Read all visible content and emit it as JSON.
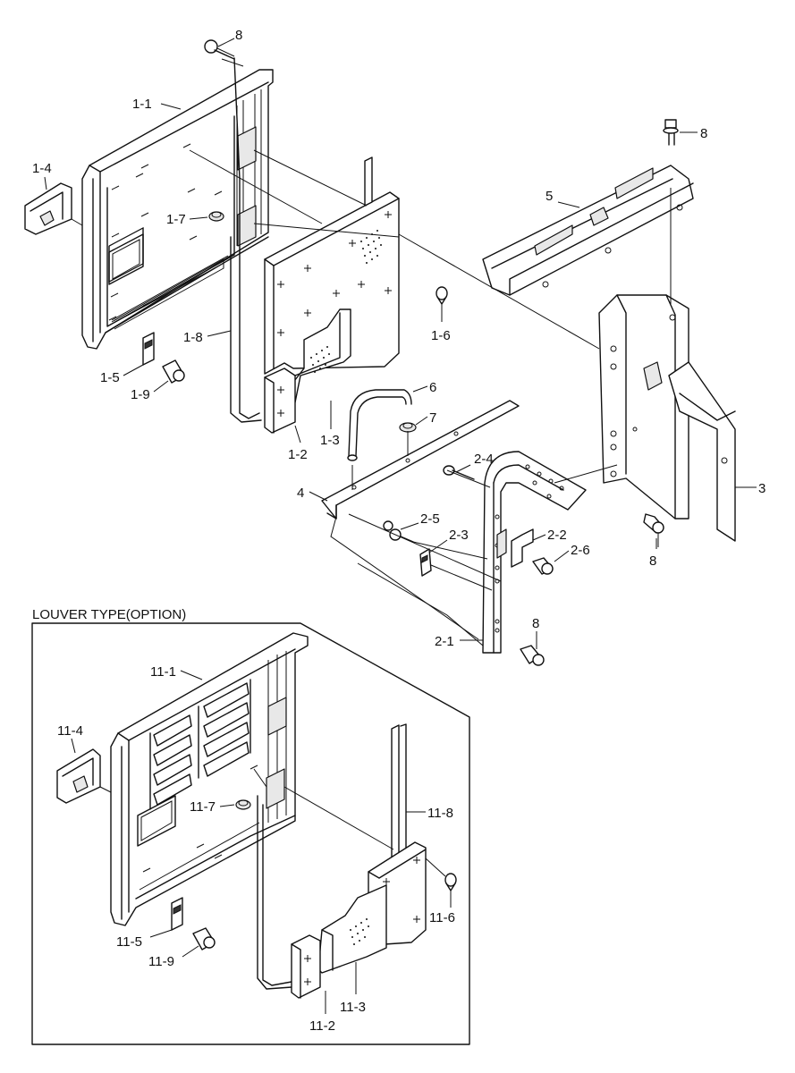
{
  "option_title": "LOUVER TYPE(OPTION)",
  "callouts": {
    "c8_top": "8",
    "c1_1": "1-1",
    "c1_4": "1-4",
    "c1_7": "1-7",
    "c1_8": "1-8",
    "c1_5": "1-5",
    "c1_9": "1-9",
    "c1_6": "1-6",
    "c1_3": "1-3",
    "c1_2": "1-2",
    "c5": "5",
    "c8_right": "8",
    "c6": "6",
    "c7": "7",
    "c4": "4",
    "c2_4": "2-4",
    "c2_5": "2-5",
    "c2_3": "2-3",
    "c2_2": "2-2",
    "c2_6": "2-6",
    "c3": "3",
    "c8_bracket": "8",
    "c8_lower": "8",
    "c2_1": "2-1",
    "c11_1": "11-1",
    "c11_4": "11-4",
    "c11_7": "11-7",
    "c11_8": "11-8",
    "c11_6": "11-6",
    "c11_5": "11-5",
    "c11_9": "11-9",
    "c11_3": "11-3",
    "c11_2": "11-2"
  }
}
